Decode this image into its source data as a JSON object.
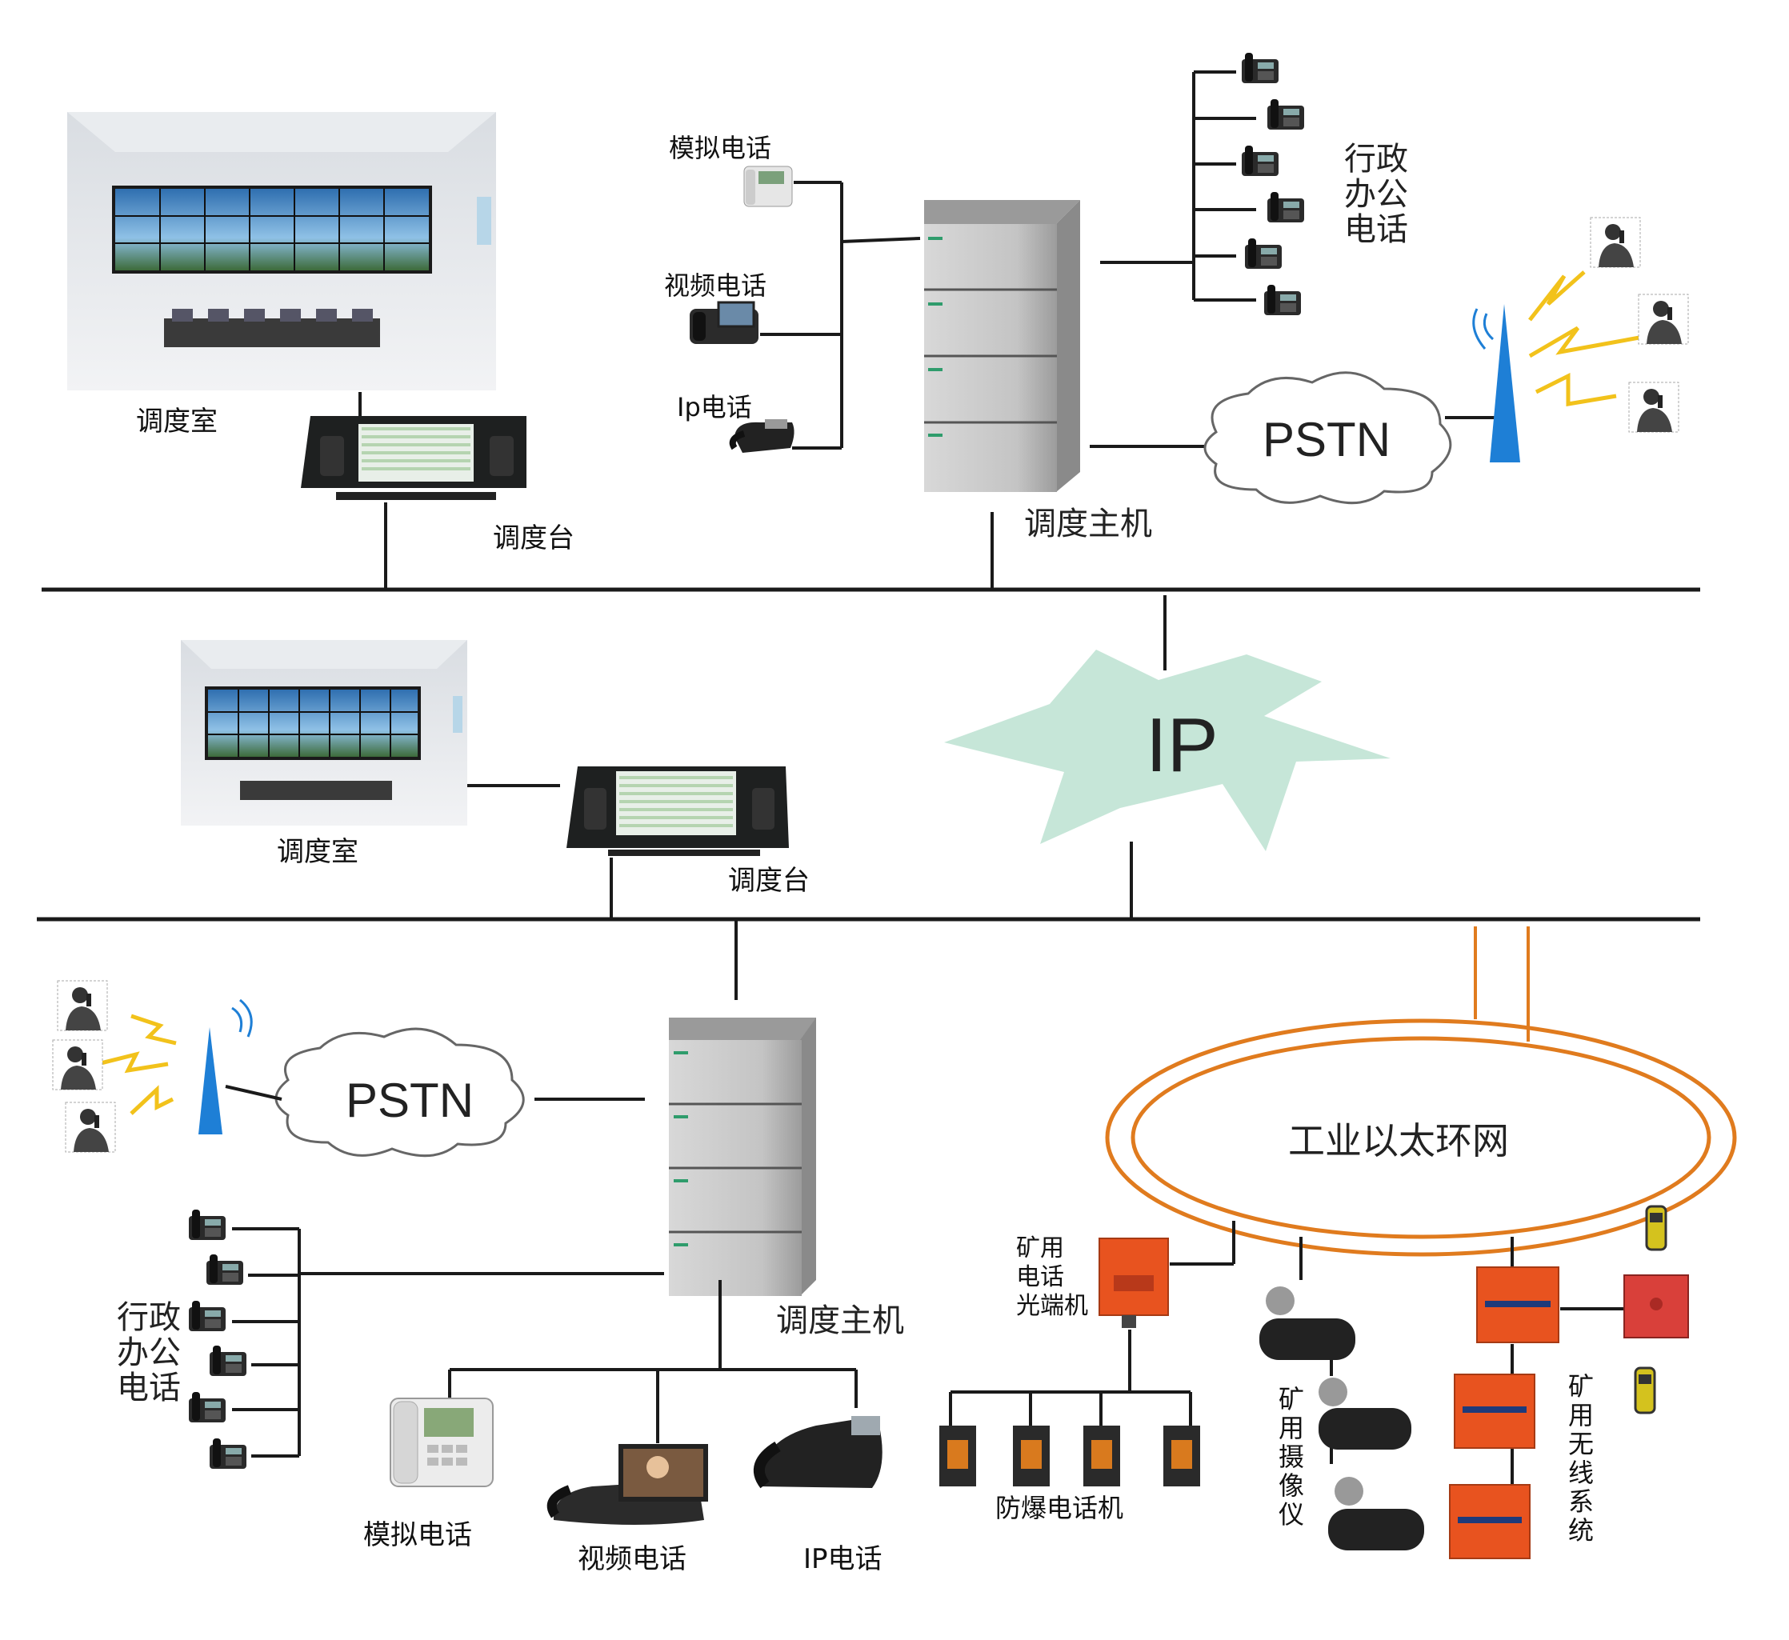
{
  "colors": {
    "bus": "#1a1a1a",
    "ip_cloud": "#c6e6d8",
    "ring": "#e07b1e",
    "explosion_box": "#e8531f",
    "tower": "#1e7fd6",
    "signal": "#f2c21b",
    "cabinet": "#c9c9c9"
  },
  "labels": {
    "dispatch_room_top": "调度室",
    "console_top": "调度台",
    "host_top": "调度主机",
    "analog_phone_top": "模拟电话",
    "video_phone_top": "视频电话",
    "ip_phone_top": "Ip电话",
    "admin_phone_top": [
      "行政",
      "办公",
      "电话"
    ],
    "pstn_top": "PSTN",
    "ip_cloud": "IP",
    "dispatch_room_mid": "调度室",
    "console_mid": "调度台",
    "pstn_bottom": "PSTN",
    "host_bottom": "调度主机",
    "admin_phone_bottom": [
      "行政",
      "办公",
      "电话"
    ],
    "analog_phone_bottom": "模拟电话",
    "video_phone_bottom": "视频电话",
    "ip_phone_bottom": "IP电话",
    "ethernet_ring": "工业以太环网",
    "mine_phone_optical": [
      "矿用",
      "电话",
      "光端机"
    ],
    "explosion_proof_phone": "防爆电话机",
    "mine_camera": [
      "矿",
      "用",
      "摄",
      "像",
      "仪"
    ],
    "mine_wireless": [
      "矿",
      "用",
      "无",
      "线",
      "系",
      "统"
    ]
  }
}
